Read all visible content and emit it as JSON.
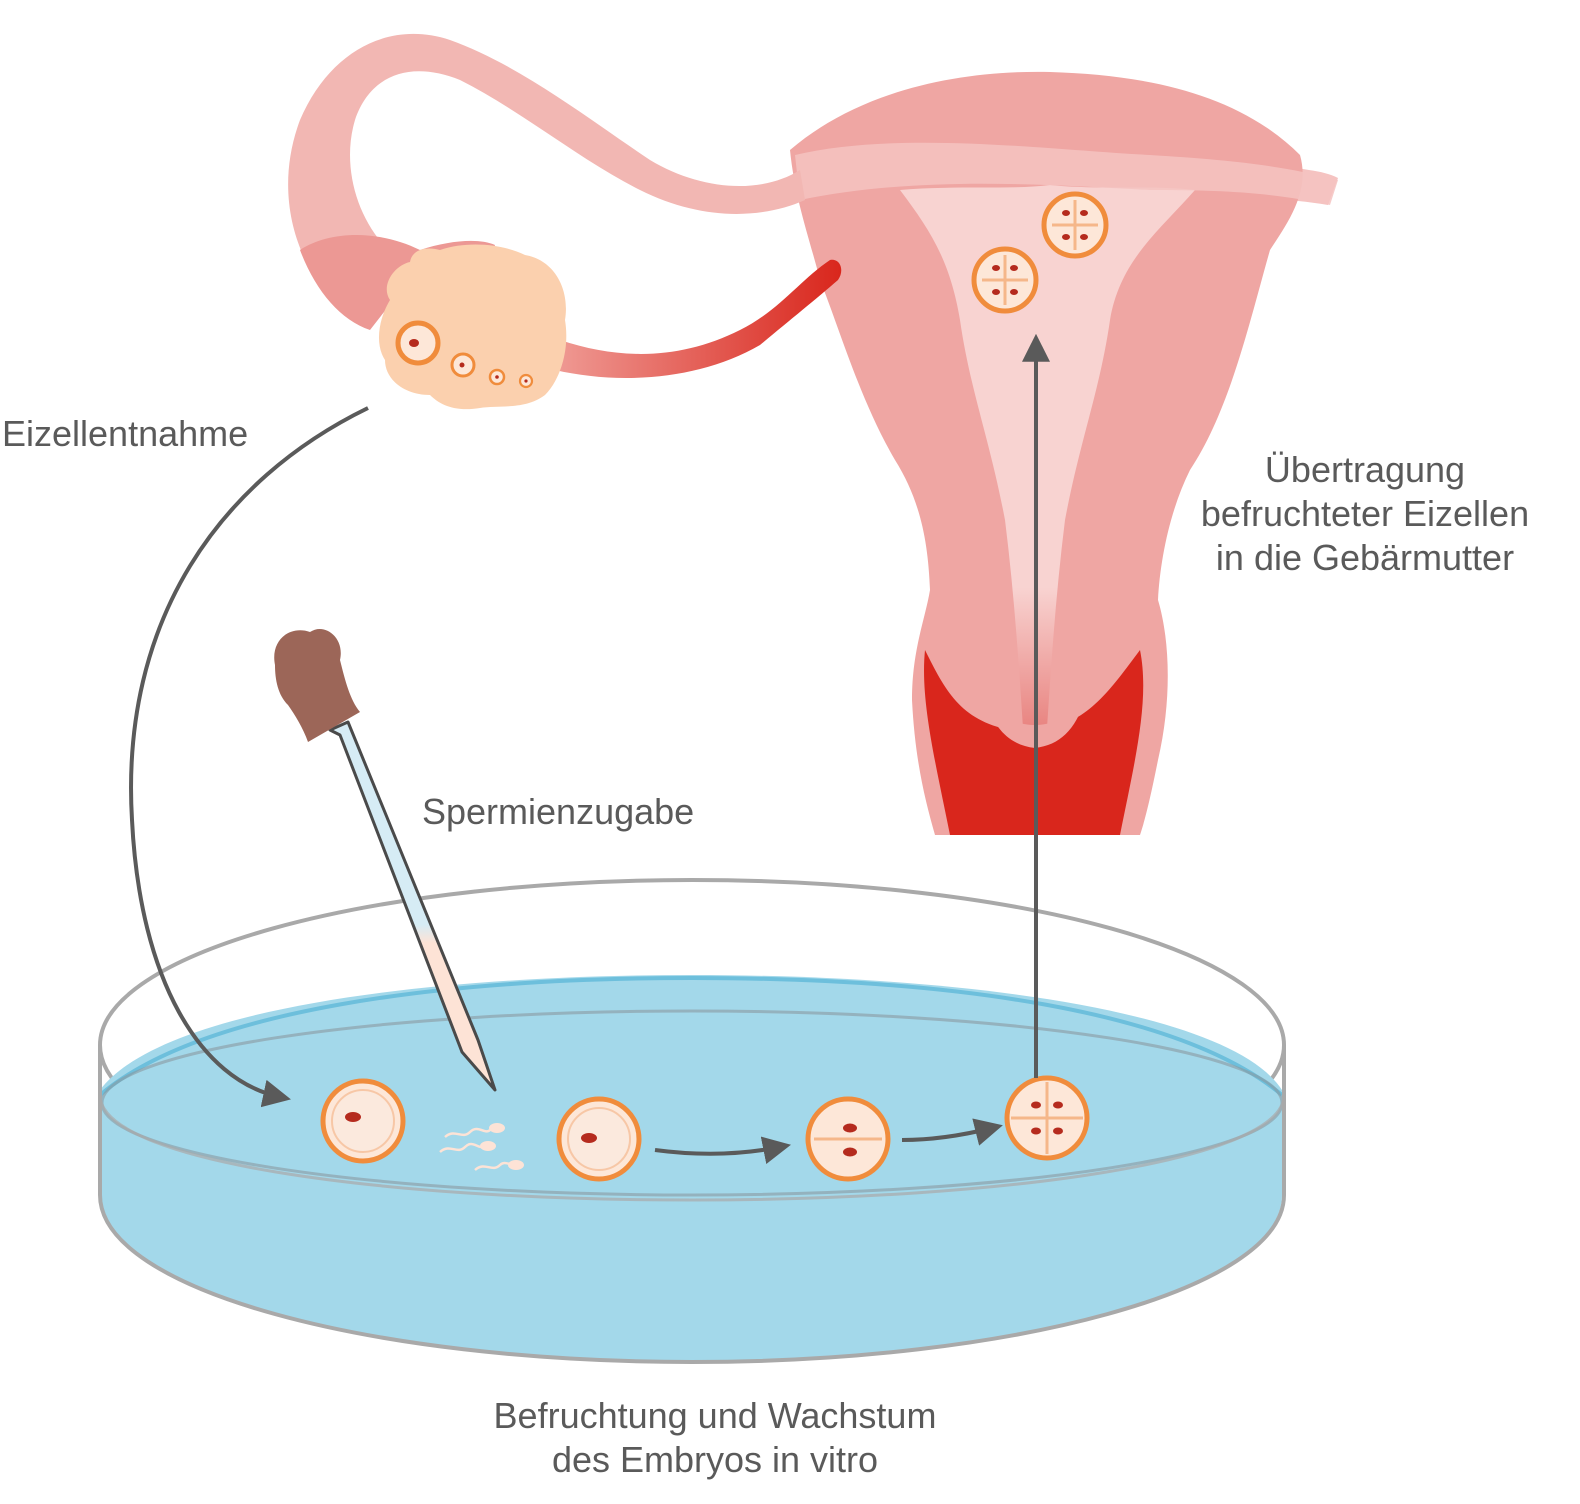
{
  "labels": {
    "egg_retrieval": "Eizellentnahme",
    "sperm_addition": "Spermienzugabe",
    "transfer": [
      "Übertragung",
      "befruchteter Eizellen",
      "in die Gebärmutter"
    ],
    "fertilization": [
      "Befruchtung und Wachstum",
      "des Embryos in vitro"
    ]
  },
  "colors": {
    "uterus_body": "#efa6a3",
    "uterus_cavity": "#f7d0cf",
    "fallopian_tube": "#f3b7b4",
    "ovary": "#fbd0ae",
    "blood_red": "#d9261c",
    "cell_ring": "#f08c3c",
    "cell_fill": "#fde7d8",
    "nucleus": "#b52b1e",
    "dish_medium": "#a3d8ea",
    "dish_rim": "#a9a9a9",
    "arrow": "#5a5a5a",
    "pipette_bulb": "#9c6658",
    "text": "#5a5a5a"
  }
}
